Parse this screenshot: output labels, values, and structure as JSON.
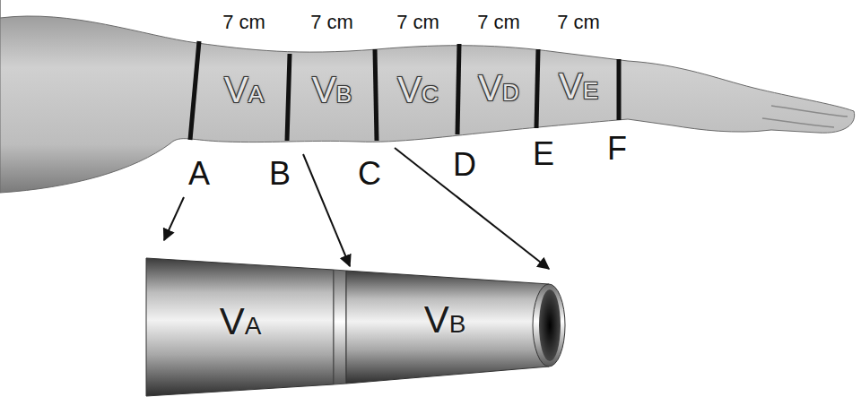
{
  "diagram": {
    "labels": [
      "7 cm",
      "7 cm",
      "7 cm",
      "7 cm",
      "7 cm",
      "VA",
      "VB",
      "VC",
      "VD",
      "VE",
      "A",
      "B",
      "C",
      "D",
      "E",
      "F",
      "VA",
      "VB"
    ]
  }
}
